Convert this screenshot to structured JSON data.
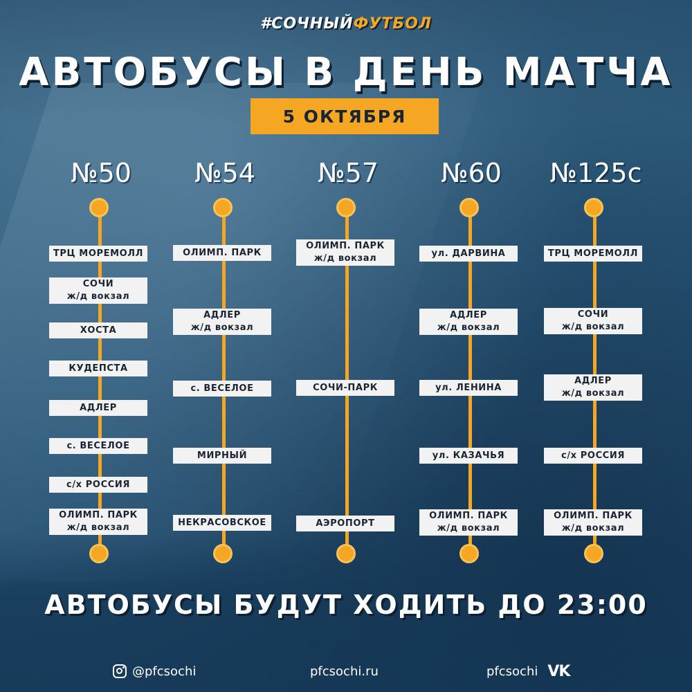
{
  "hashtag": {
    "part1": "#СОЧНЫЙ",
    "part2": "ФУТБОЛ"
  },
  "title": "АВТОБУСЫ В ДЕНЬ МАТЧА",
  "date": "5 ОКТЯБРЯ",
  "routes": [
    {
      "number": "№50",
      "stops": [
        {
          "line1": "ТРЦ МОРЕМОЛЛ",
          "line2": ""
        },
        {
          "line1": "СОЧИ",
          "line2": "ж/д вокзал"
        },
        {
          "line1": "ХОСТА",
          "line2": ""
        },
        {
          "line1": "КУДЕПСТА",
          "line2": ""
        },
        {
          "line1": "АДЛЕР",
          "line2": ""
        },
        {
          "line1": "с. ВЕСЕЛОЕ",
          "line2": ""
        },
        {
          "line1": "с/х РОССИЯ",
          "line2": ""
        },
        {
          "line1": "ОЛИМП. ПАРК",
          "line2": "ж/д вокзал"
        }
      ]
    },
    {
      "number": "№54",
      "stops": [
        {
          "line1": "ОЛИМП. ПАРК",
          "line2": ""
        },
        {
          "line1": "АДЛЕР",
          "line2": "ж/д вокзал"
        },
        {
          "line1": "с. ВЕСЕЛОЕ",
          "line2": ""
        },
        {
          "line1": "МИРНЫЙ",
          "line2": ""
        },
        {
          "line1": "НЕКРАСОВСКОЕ",
          "line2": ""
        }
      ]
    },
    {
      "number": "№57",
      "stops": [
        {
          "line1": "ОЛИМП. ПАРК",
          "line2": "ж/д вокзал"
        },
        {
          "line1": "СОЧИ-ПАРК",
          "line2": ""
        },
        {
          "line1": "АЭРОПОРТ",
          "line2": ""
        }
      ]
    },
    {
      "number": "№60",
      "stops": [
        {
          "line1": "ул. ДАРВИНА",
          "line2": ""
        },
        {
          "line1": "АДЛЕР",
          "line2": "ж/д вокзал"
        },
        {
          "line1": "ул. ЛЕНИНА",
          "line2": ""
        },
        {
          "line1": "ул. КАЗАЧЬЯ",
          "line2": ""
        },
        {
          "line1": "ОЛИМП. ПАРК",
          "line2": "ж/д вокзал"
        }
      ]
    },
    {
      "number": "№125с",
      "stops": [
        {
          "line1": "ТРЦ МОРЕМОЛЛ",
          "line2": ""
        },
        {
          "line1": "СОЧИ",
          "line2": "ж/д вокзал"
        },
        {
          "line1": "АДЛЕР",
          "line2": "ж/д вокзал"
        },
        {
          "line1": "с/х РОССИЯ",
          "line2": ""
        },
        {
          "line1": "ОЛИМП. ПАРК",
          "line2": "ж/д вокзал"
        }
      ]
    }
  ],
  "footer_note": "АВТОБУСЫ БУДУТ ХОДИТЬ ДО 23:00",
  "social": {
    "instagram": "@pfcsochi",
    "website": "pfcsochi.ru",
    "vk": "pfcsochi",
    "vk_logo": "VK"
  },
  "colors": {
    "accent": "#f5a623",
    "background": "#24506f",
    "box": "#f2f2f2"
  }
}
